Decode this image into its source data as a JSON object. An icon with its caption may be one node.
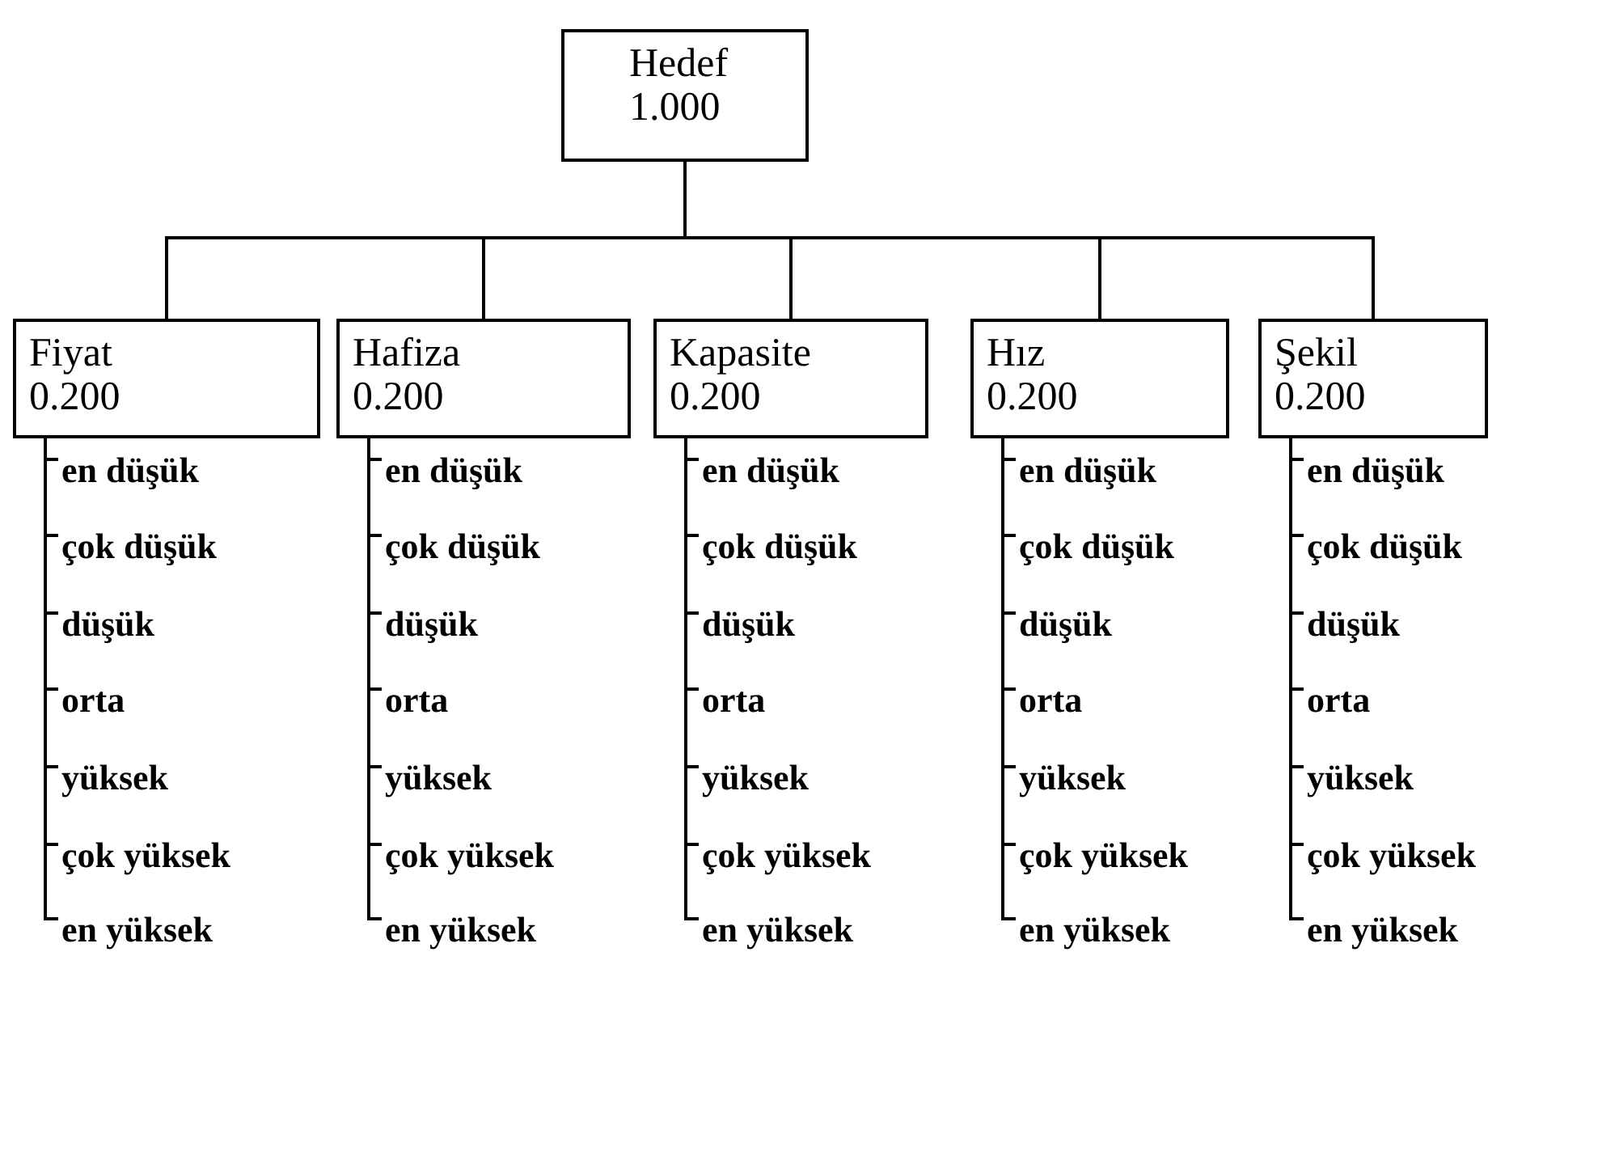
{
  "diagram": {
    "nodes": [
      {
        "text": [
          "Hedef",
          "1.000"
        ]
      },
      {
        "text": [
          "Fiyat",
          "0.200"
        ]
      },
      {
        "text": [
          "Hafiza",
          "0.200"
        ]
      },
      {
        "text": [
          "Kapasite",
          "0.200"
        ]
      },
      {
        "text": [
          "Hız",
          "0.200"
        ]
      },
      {
        "text": [
          "Şekil",
          "0.200"
        ]
      },
      {
        "text": [
          "en düşük"
        ]
      },
      {
        "text": [
          "çok düşük"
        ]
      },
      {
        "text": [
          "düşük"
        ]
      },
      {
        "text": [
          "orta"
        ]
      },
      {
        "text": [
          "yüksek"
        ]
      },
      {
        "text": [
          "çok yüksek"
        ]
      },
      {
        "text": [
          "en yüksek"
        ]
      },
      {
        "text": [
          "en düşük"
        ]
      },
      {
        "text": [
          "çok düşük"
        ]
      },
      {
        "text": [
          "düşük"
        ]
      },
      {
        "text": [
          "orta"
        ]
      },
      {
        "text": [
          "yüksek"
        ]
      },
      {
        "text": [
          "çok yüksek"
        ]
      },
      {
        "text": [
          "en yüksek"
        ]
      },
      {
        "text": [
          "en düşük"
        ]
      },
      {
        "text": [
          "çok düşük"
        ]
      },
      {
        "text": [
          "düşük"
        ]
      },
      {
        "text": [
          "orta"
        ]
      },
      {
        "text": [
          "yüksek"
        ]
      },
      {
        "text": [
          "çok yüksek"
        ]
      },
      {
        "text": [
          "en yüksek"
        ]
      },
      {
        "text": [
          "en düşük"
        ]
      },
      {
        "text": [
          "çok düşük"
        ]
      },
      {
        "text": [
          "düşük"
        ]
      },
      {
        "text": [
          "orta"
        ]
      },
      {
        "text": [
          "yüksek"
        ]
      },
      {
        "text": [
          "çok yüksek"
        ]
      },
      {
        "text": [
          "en yüksek"
        ]
      },
      {
        "text": [
          "en düşük"
        ]
      },
      {
        "text": [
          "çok düşük"
        ]
      },
      {
        "text": [
          "düşük"
        ]
      },
      {
        "text": [
          "orta"
        ]
      },
      {
        "text": [
          "yüksek"
        ]
      },
      {
        "text": [
          "çok yüksek"
        ]
      },
      {
        "text": [
          "en yüksek"
        ]
      }
    ],
    "edges": [
      {
        "from": 0,
        "to": 1,
        "arrow": "none"
      },
      {
        "from": 0,
        "to": 2,
        "arrow": "none"
      },
      {
        "from": 0,
        "to": 3,
        "arrow": "none"
      },
      {
        "from": 0,
        "to": 4,
        "arrow": "none"
      },
      {
        "from": 0,
        "to": 5,
        "arrow": "none"
      },
      {
        "from": 1,
        "to": 6,
        "arrow": "none"
      },
      {
        "from": 1,
        "to": 7,
        "arrow": "none"
      },
      {
        "from": 1,
        "to": 8,
        "arrow": "none"
      },
      {
        "from": 1,
        "to": 9,
        "arrow": "none"
      },
      {
        "from": 1,
        "to": 10,
        "arrow": "none"
      },
      {
        "from": 1,
        "to": 11,
        "arrow": "none"
      },
      {
        "from": 1,
        "to": 12,
        "arrow": "none"
      },
      {
        "from": 2,
        "to": 13,
        "arrow": "none"
      },
      {
        "from": 2,
        "to": 14,
        "arrow": "none"
      },
      {
        "from": 2,
        "to": 15,
        "arrow": "none"
      },
      {
        "from": 2,
        "to": 16,
        "arrow": "none"
      },
      {
        "from": 2,
        "to": 17,
        "arrow": "none"
      },
      {
        "from": 2,
        "to": 18,
        "arrow": "none"
      },
      {
        "from": 2,
        "to": 19,
        "arrow": "none"
      },
      {
        "from": 3,
        "to": 20,
        "arrow": "none"
      },
      {
        "from": 3,
        "to": 21,
        "arrow": "none"
      },
      {
        "from": 3,
        "to": 22,
        "arrow": "none"
      },
      {
        "from": 3,
        "to": 23,
        "arrow": "none"
      },
      {
        "from": 3,
        "to": 24,
        "arrow": "none"
      },
      {
        "from": 3,
        "to": 25,
        "arrow": "none"
      },
      {
        "from": 3,
        "to": 26,
        "arrow": "none"
      },
      {
        "from": 4,
        "to": 27,
        "arrow": "none"
      },
      {
        "from": 4,
        "to": 28,
        "arrow": "none"
      },
      {
        "from": 4,
        "to": 29,
        "arrow": "none"
      },
      {
        "from": 4,
        "to": 30,
        "arrow": "none"
      },
      {
        "from": 4,
        "to": 31,
        "arrow": "none"
      },
      {
        "from": 4,
        "to": 32,
        "arrow": "none"
      },
      {
        "from": 4,
        "to": 33,
        "arrow": "none"
      },
      {
        "from": 5,
        "to": 34,
        "arrow": "none"
      },
      {
        "from": 5,
        "to": 35,
        "arrow": "none"
      },
      {
        "from": 5,
        "to": 36,
        "arrow": "none"
      },
      {
        "from": 5,
        "to": 37,
        "arrow": "none"
      },
      {
        "from": 5,
        "to": 38,
        "arrow": "none"
      },
      {
        "from": 5,
        "to": 39,
        "arrow": "none"
      },
      {
        "from": 5,
        "to": 40,
        "arrow": "none"
      }
    ]
  }
}
